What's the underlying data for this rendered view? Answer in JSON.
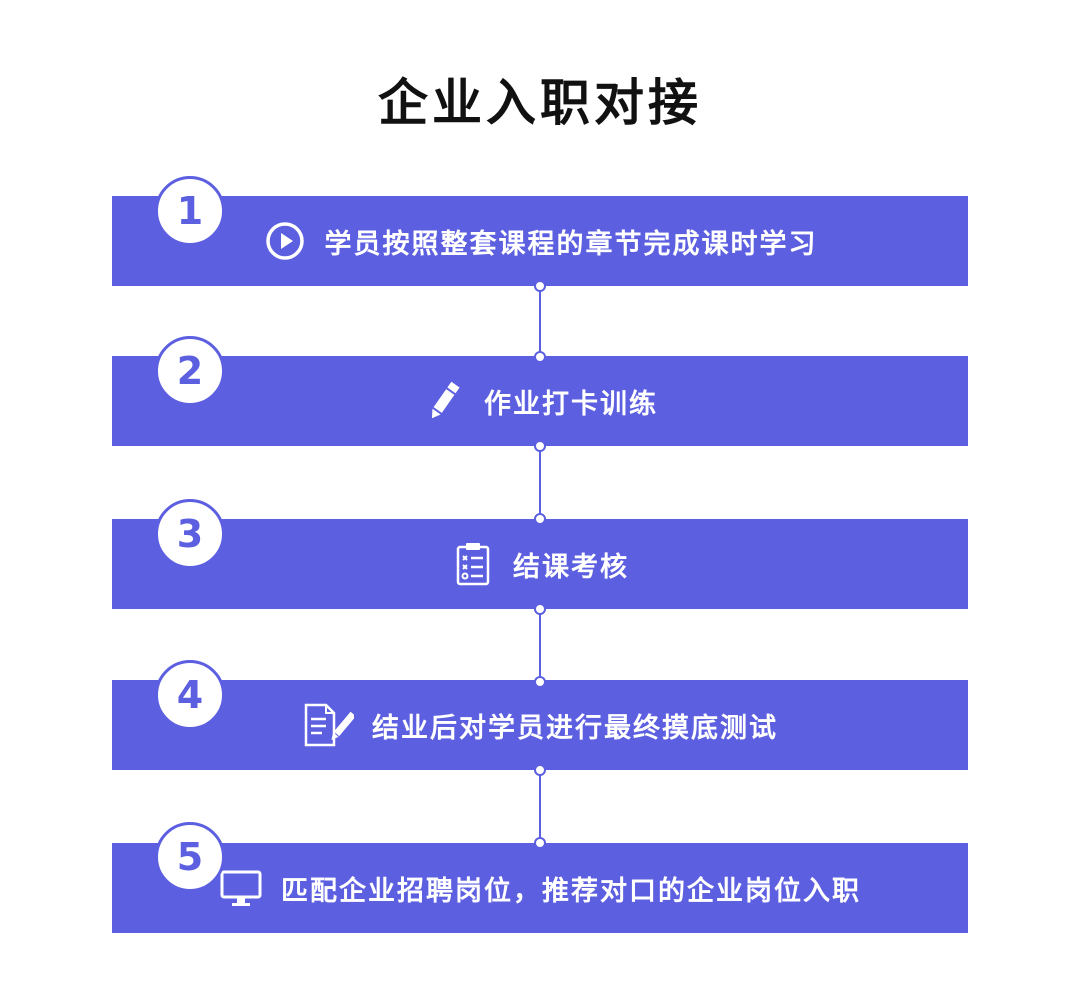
{
  "title": "企业入职对接",
  "colors": {
    "accent": "#5d5fe1",
    "text_on_accent": "#ffffff",
    "title": "#111111"
  },
  "steps": [
    {
      "number": "1",
      "icon": "play-circle-icon",
      "text": "学员按照整套课程的章节完成课时学习"
    },
    {
      "number": "2",
      "icon": "pencil-icon",
      "text": "作业打卡训练"
    },
    {
      "number": "3",
      "icon": "checklist-icon",
      "text": "结课考核"
    },
    {
      "number": "4",
      "icon": "document-edit-icon",
      "text": "结业后对学员进行最终摸底测试"
    },
    {
      "number": "5",
      "icon": "monitor-icon",
      "text": "匹配企业招聘岗位，推荐对口的企业岗位入职"
    }
  ]
}
